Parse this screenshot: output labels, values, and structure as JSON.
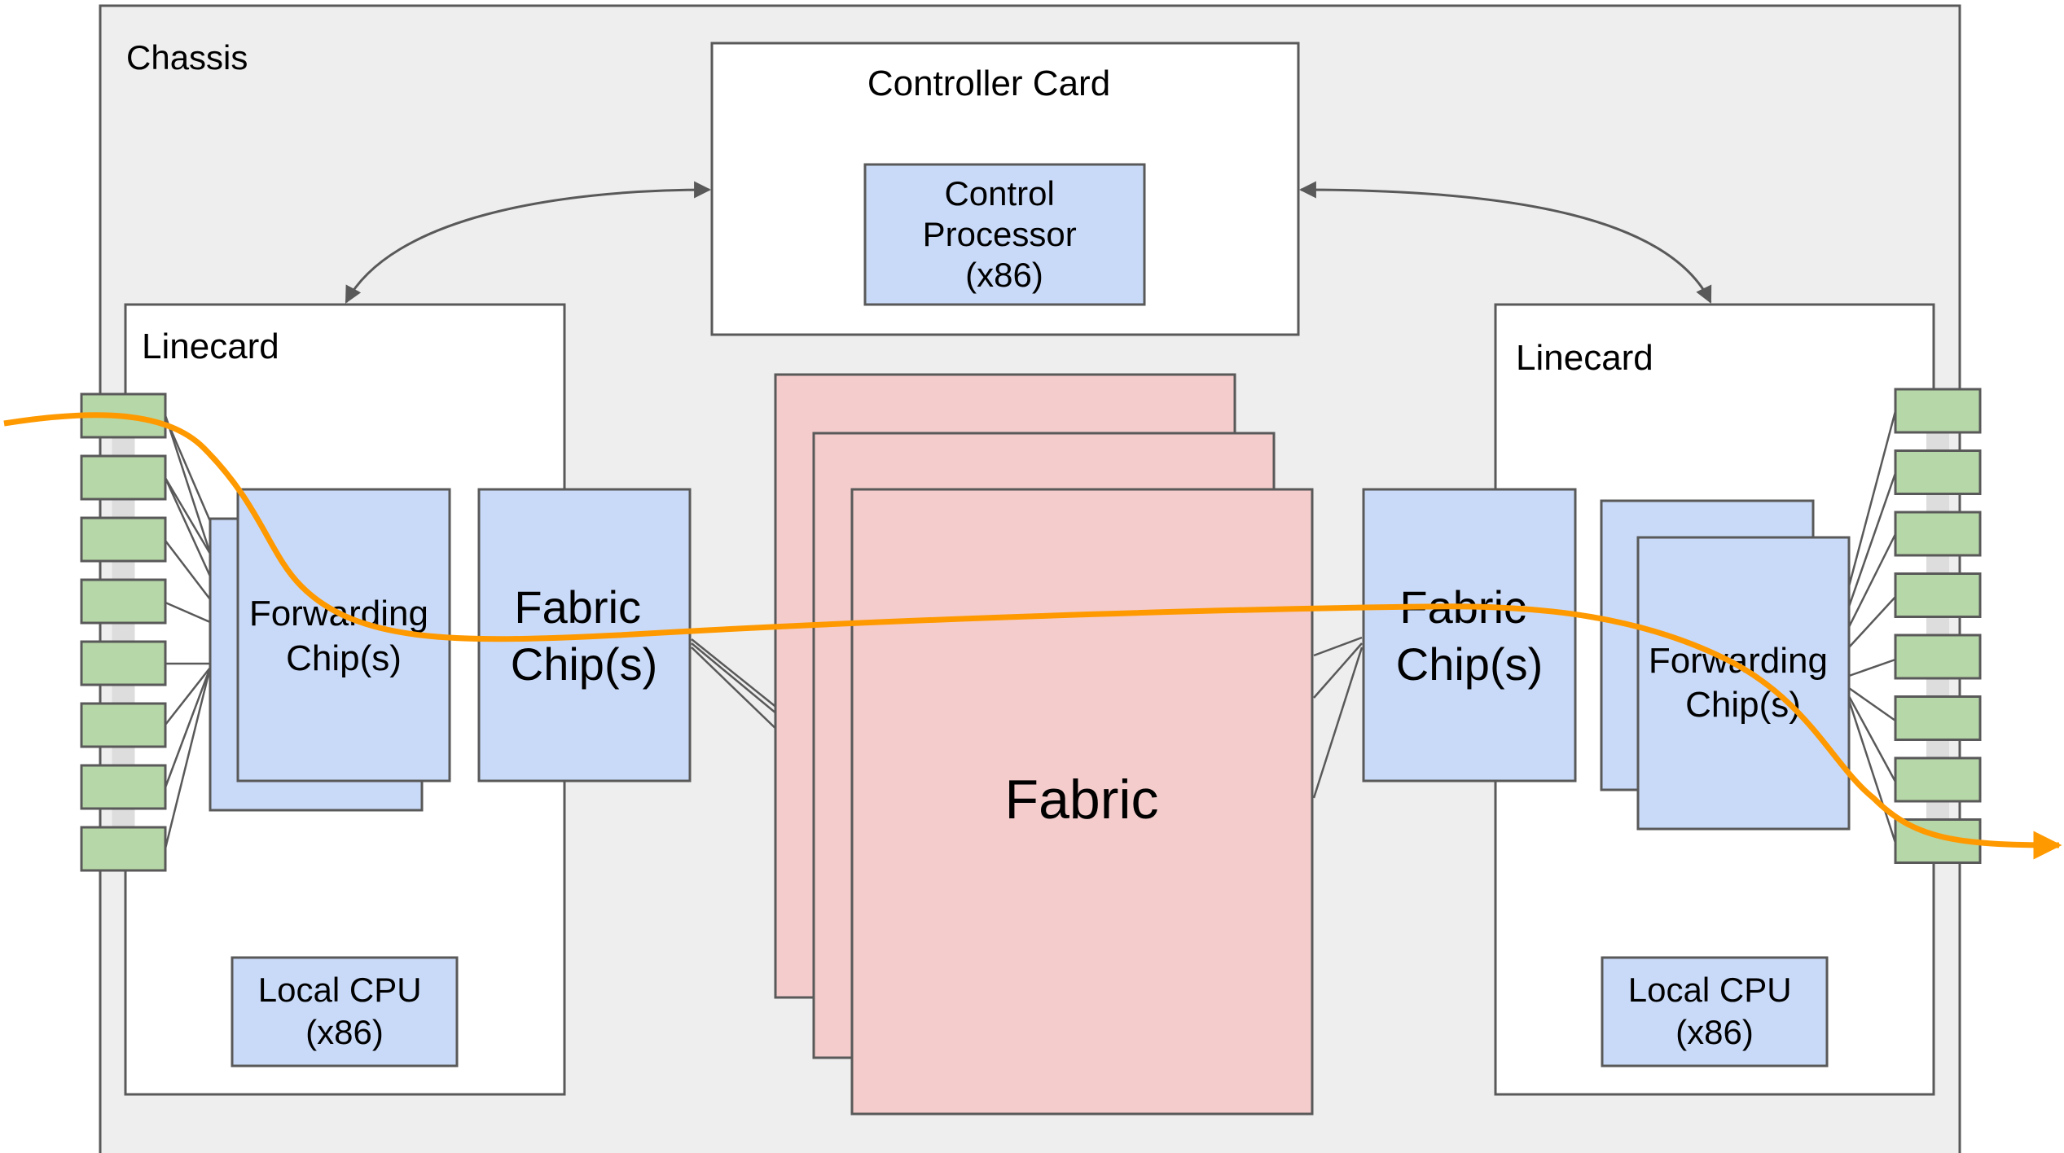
{
  "labels": {
    "chassis": "Chassis",
    "controller_card": "Controller Card",
    "control_processor": [
      "Control",
      "Processor",
      "(x86)"
    ],
    "left_linecard": "Linecard",
    "right_linecard": "Linecard",
    "left_forwarding_chip": [
      "Forwarding",
      "Chip(s)"
    ],
    "right_forwarding_chip": [
      "Forwarding",
      "Chip(s)"
    ],
    "left_fabric_chip": [
      "Fabric",
      "Chip(s)"
    ],
    "right_fabric_chip": [
      "Fabric",
      "Chip(s)"
    ],
    "fabric": "Fabric",
    "left_local_cpu": [
      "Local CPU",
      "(x86)"
    ],
    "right_local_cpu": [
      "Local CPU",
      "(x86)"
    ]
  },
  "counts": {
    "left_ports": 8,
    "right_ports": 8,
    "fabric_cards": 3
  },
  "colors": {
    "chassis_fill": "#eeeeee",
    "chip_fill": "#c9daf8",
    "fabric_fill": "#f4cccc",
    "port_fill": "#b6d7a8",
    "packet_path": "#ff9900",
    "outline": "#595959",
    "arrow": "#595959"
  }
}
